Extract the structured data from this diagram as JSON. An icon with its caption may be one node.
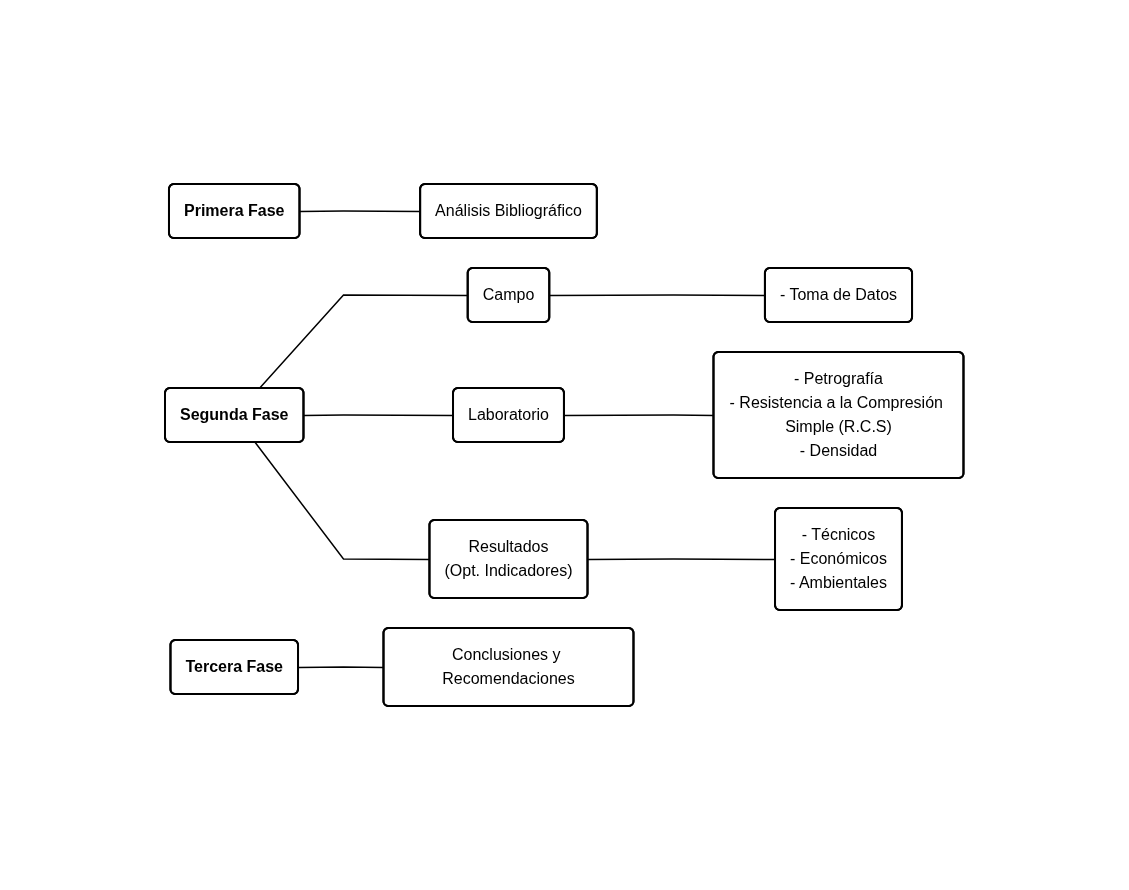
{
  "diagram": {
    "nodes": [
      {
        "text": [
          "Primera Fase"
        ]
      },
      {
        "text": [
          "Análisis Bibliográfico"
        ]
      },
      {
        "text": [
          "Segunda Fase"
        ]
      },
      {
        "text": [
          "Campo"
        ]
      },
      {
        "text": [
          "- Toma de Datos"
        ]
      },
      {
        "text": [
          "Laboratorio"
        ]
      },
      {
        "text": [
          "- Petrografía",
          "- Resistencia a la Compresión Simple (R.C.S)",
          "- Densidad"
        ]
      },
      {
        "text": [
          "Resultados",
          "(Opt. Indicadores)"
        ]
      },
      {
        "text": [
          "- Técnicos",
          "- Económicos",
          "- Ambientales"
        ]
      },
      {
        "text": [
          "Tercera Fase"
        ]
      },
      {
        "text": [
          "Conclusiones y Recomendaciones"
        ]
      }
    ],
    "edges": [
      {
        "from": 0,
        "to": 1,
        "arrow": "none"
      },
      {
        "from": 2,
        "to": 3,
        "arrow": "none"
      },
      {
        "from": 2,
        "to": 5,
        "arrow": "none"
      },
      {
        "from": 2,
        "to": 7,
        "arrow": "none"
      },
      {
        "from": 3,
        "to": 4,
        "arrow": "none"
      },
      {
        "from": 5,
        "to": 6,
        "arrow": "none"
      },
      {
        "from": 7,
        "to": 8,
        "arrow": "none"
      },
      {
        "from": 9,
        "to": 10,
        "arrow": "none"
      }
    ]
  }
}
